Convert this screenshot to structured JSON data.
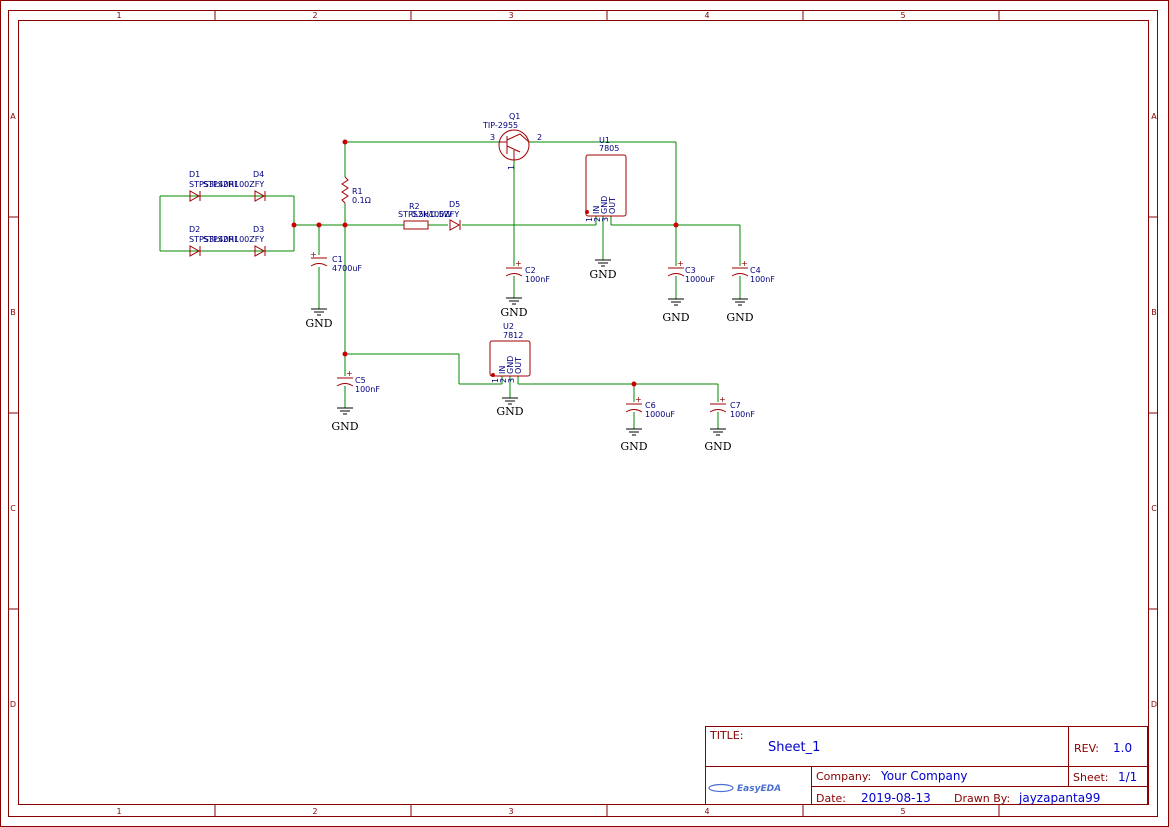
{
  "sheet": {
    "columns": [
      "1",
      "2",
      "3",
      "4",
      "5"
    ],
    "rows": [
      "A",
      "B",
      "C",
      "D"
    ]
  },
  "components": {
    "Q1": {
      "ref": "Q1",
      "value": "TIP-2955",
      "pin_left": "3",
      "pin_right": "2",
      "pin_bottom": "1"
    },
    "U1": {
      "ref": "U1",
      "value": "7805",
      "pins": [
        "IN",
        "GND",
        "OUT"
      ],
      "pin_nums": [
        "1",
        "2",
        "3"
      ]
    },
    "U2": {
      "ref": "U2",
      "value": "7812",
      "pins": [
        "IN",
        "GND",
        "OUT"
      ],
      "pin_nums": [
        "1",
        "2",
        "3"
      ]
    },
    "R1": {
      "ref": "R1",
      "value": "0.1Ω"
    },
    "R2": {
      "ref": "R2",
      "value": "0.5k/0.5W"
    },
    "D1": {
      "ref": "D1",
      "value": "STPS3L40RL"
    },
    "D4": {
      "ref": "D4",
      "value": "STPS2H100ZFY"
    },
    "D2": {
      "ref": "D2",
      "value": "STPS3L40RL"
    },
    "D3": {
      "ref": "D3",
      "value": "STPS2H100ZFY"
    },
    "D5": {
      "ref": "D5",
      "value": "STPS2H100ZFY"
    },
    "C1": {
      "ref": "C1",
      "value": "4700uF"
    },
    "C2": {
      "ref": "C2",
      "value": "100nF"
    },
    "C3": {
      "ref": "C3",
      "value": "1000uF"
    },
    "C4": {
      "ref": "C4",
      "value": "100nF"
    },
    "C5": {
      "ref": "C5",
      "value": "100nF"
    },
    "C6": {
      "ref": "C6",
      "value": "1000uF"
    },
    "C7": {
      "ref": "C7",
      "value": "100nF"
    }
  },
  "ground_label": "GND",
  "title_block": {
    "title_key": "TITLE:",
    "title": "Sheet_1",
    "rev_key": "REV:",
    "rev": "1.0",
    "company_key": "Company:",
    "company": "Your Company",
    "sheet_key": "Sheet:",
    "sheet": "1/1",
    "date_key": "Date:",
    "date": "2019-08-13",
    "drawn_key": "Drawn By:",
    "drawn_by": "jayzapanta99",
    "logo": "EasyEDA"
  },
  "colors": {
    "frame": "#880000",
    "wire": "#008800",
    "part_text": "#000080",
    "junction": "#cc0000",
    "title_value": "#0000cc"
  }
}
